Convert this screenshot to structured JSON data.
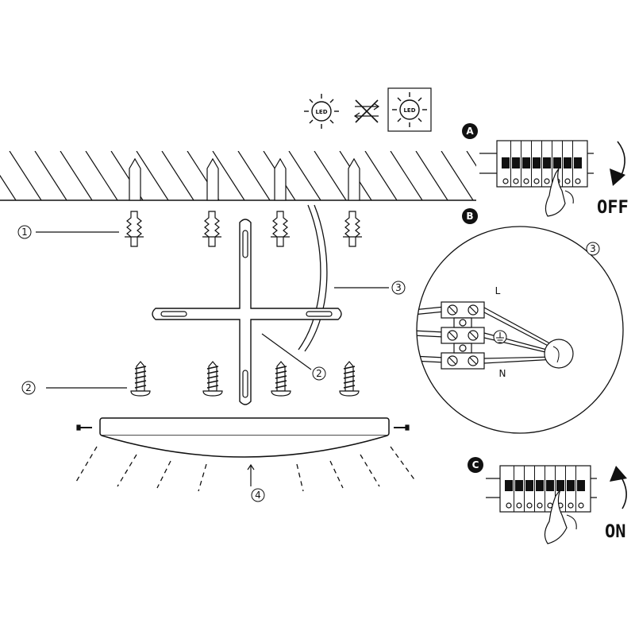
{
  "steps": {
    "a": {
      "label": "A",
      "switch_state": "OFF"
    },
    "b": {
      "label": "B"
    },
    "c": {
      "label": "C",
      "switch_state": "ON"
    }
  },
  "led_icons": [
    "LED",
    "LED"
  ],
  "callouts": {
    "anchors": "1",
    "screws": "2",
    "bracket": "2",
    "cable": "3",
    "wiring_detail": "3",
    "lamp": "4"
  },
  "wiring": {
    "live": "L",
    "neutral": "N"
  },
  "colors": {
    "ink": "#111111",
    "background": "#ffffff"
  }
}
